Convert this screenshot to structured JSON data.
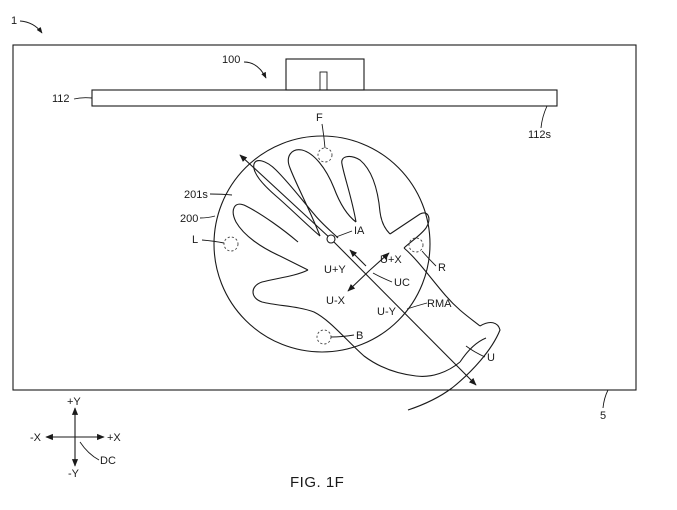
{
  "labels": {
    "ref_1": "1",
    "ref_100": "100",
    "ref_112": "112",
    "ref_112s": "112s",
    "ref_5": "5",
    "ref_201s": "201s",
    "ref_200": "200",
    "ref_f": "F",
    "ref_l": "L",
    "ref_ia": "IA",
    "ref_r": "R",
    "ref_b": "B",
    "ref_u_plus_y": "U+Y",
    "ref_u_plus_x": "U+X",
    "ref_uc": "UC",
    "ref_u_minus_x": "U-X",
    "ref_u_minus_y": "U-Y",
    "ref_rma": "RMA",
    "ref_u": "U",
    "axis_plus_y": "+Y",
    "axis_minus_y": "-Y",
    "axis_plus_x": "+X",
    "axis_minus_x": "-X",
    "axis_dc": "DC"
  },
  "caption": "FIG. 1F"
}
